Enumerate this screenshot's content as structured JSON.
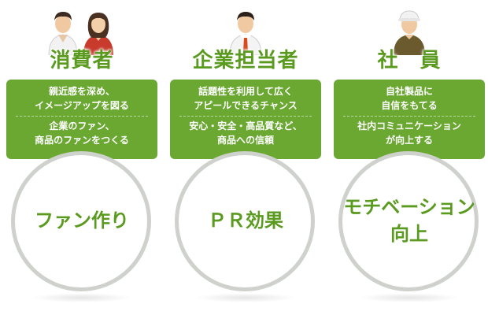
{
  "columns": [
    {
      "title": "消費者",
      "bubble_top": [
        "親近感を深め、",
        "イメージアップを図る"
      ],
      "bubble_bottom": [
        "企業のファン、",
        "商品のファンをつくる"
      ],
      "result": [
        "ファン作り"
      ],
      "icons": [
        "man-icon",
        "woman-icon"
      ]
    },
    {
      "title": "企業担当者",
      "bubble_top": [
        "話題性を利用して広く",
        "アピールできるチャンス"
      ],
      "bubble_bottom": [
        "安心・安全・高品質など、",
        "商品への信頼"
      ],
      "result": [
        "ＰＲ効果"
      ],
      "icons": [
        "businessman-icon"
      ]
    },
    {
      "title": "社　員",
      "bubble_top": [
        "自社製品に",
        "自信をもてる"
      ],
      "bubble_bottom": [
        "社内コミュニケーション",
        "が向上する"
      ],
      "result": [
        "モチベーション",
        "向上"
      ],
      "icons": [
        "worker-icon"
      ]
    }
  ],
  "colors": {
    "accent": "#5a9b1f",
    "bubble": "#6aa832",
    "ring": "#cfd1cc"
  }
}
